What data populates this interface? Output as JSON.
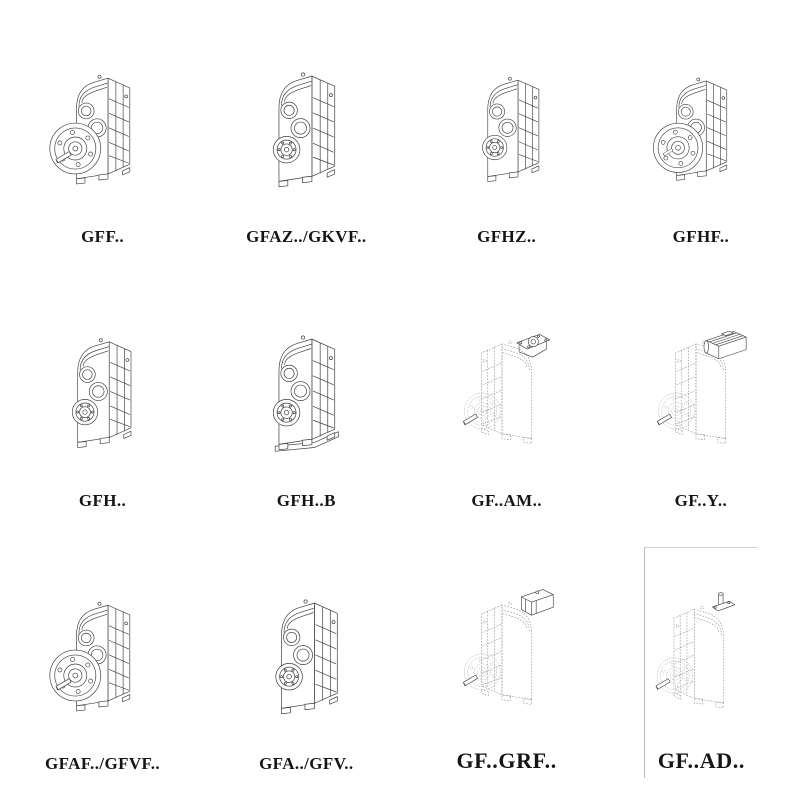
{
  "colors": {
    "background": "#ffffff",
    "line": "#3f3f3f",
    "dashed_line": "#8c8c8c",
    "label": "#151515"
  },
  "catalog": {
    "items": [
      {
        "label": "GFF..",
        "drawing": "flange-output-gear-unit-drawing",
        "style": "solid"
      },
      {
        "label": "GFAZ../GKVF..",
        "drawing": "shaft-mounted-gear-unit-drawing",
        "style": "solid"
      },
      {
        "label": "GFHZ..",
        "drawing": "hollow-shaft-gear-unit-drawing",
        "style": "solid"
      },
      {
        "label": "GFHF..",
        "drawing": "b5-flange-gear-unit-drawing",
        "style": "solid"
      },
      {
        "label": "GFH..",
        "drawing": "hollow-shaft-gear-unit-drawing",
        "style": "solid"
      },
      {
        "label": "GFH..B",
        "drawing": "foot-mounted-gear-unit-drawing",
        "style": "solid"
      },
      {
        "label": "GF..AM..",
        "drawing": "gear-unit-with-iec-adapter-drawing",
        "style": "dashed"
      },
      {
        "label": "GF..Y..",
        "drawing": "gearmotor-with-motor-drawing",
        "style": "dashed"
      },
      {
        "label": "GFAF../GFVF..",
        "drawing": "flange-output-gear-unit-drawing",
        "style": "solid"
      },
      {
        "label": "GFA../GFV..",
        "drawing": "shaft-mounted-gear-unit-drawing",
        "style": "solid"
      },
      {
        "label": "GF..GRF..",
        "drawing": "gear-unit-with-input-cover-drawing",
        "style": "dashed"
      },
      {
        "label": "GF..AD..",
        "drawing": "gear-unit-with-input-shaft-drawing",
        "style": "dashed"
      }
    ]
  }
}
